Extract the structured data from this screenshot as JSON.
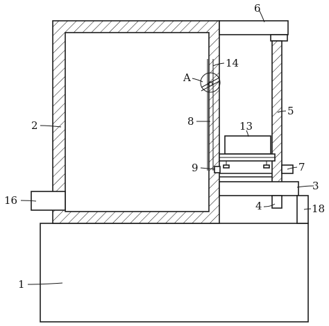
{
  "labels": {
    "l1": "1",
    "l2": "2",
    "l3": "3",
    "l4": "4",
    "l5": "5",
    "l6": "6",
    "l7": "7",
    "l8": "8",
    "l9": "9",
    "l13": "13",
    "l14": "14",
    "l16": "16",
    "l18": "18",
    "lA": "A"
  },
  "colors": {
    "line": "#1a1a1a",
    "background": "#ffffff"
  }
}
